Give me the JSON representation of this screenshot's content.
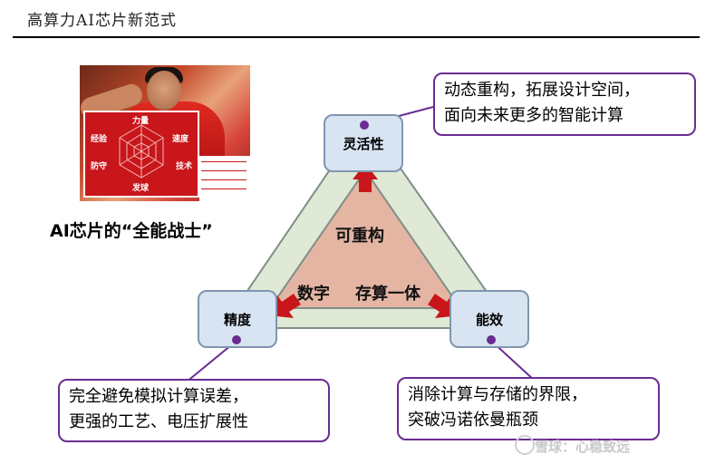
{
  "header": {
    "title": "高算力AI芯片新范式"
  },
  "photo_panel": {
    "labels": {
      "top": "力量",
      "left": "经验",
      "right": "速度",
      "mid_left": "防守",
      "mid_right": "技术",
      "bottom": "发球"
    }
  },
  "caption": "AI芯片的“全能战士”",
  "nodes": {
    "top": "灵活性",
    "left": "精度",
    "right": "能效"
  },
  "inner": {
    "reconfigurable": "可重构",
    "digital": "数字",
    "cim": "存算一体"
  },
  "callouts": {
    "top": {
      "line1": "动态重构，拓展设计空间，",
      "line2": "面向未来更多的智能计算"
    },
    "left": {
      "line1": "完全避免模拟计算误差，",
      "line2": "更强的工艺、电压扩展性"
    },
    "right": {
      "line1": "消除计算与存储的界限，",
      "line2": "突破冯诺依曼瓶颈"
    }
  },
  "colors": {
    "callout_border": "#6a2c91",
    "arrow_red": "#c8161b",
    "node_fill": "#d8e4f2",
    "ring_fill": "#dfe9d5",
    "center_fill": "#e4b5a3"
  },
  "watermark": "雪球：心稳致远"
}
